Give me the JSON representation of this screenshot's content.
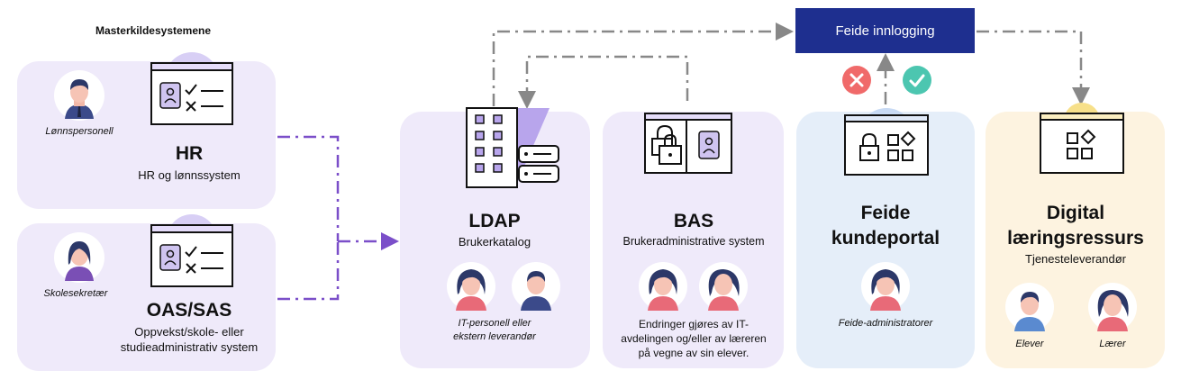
{
  "header": {
    "masters_title": "Masterkildesystemene"
  },
  "cards": {
    "hr": {
      "title": "HR",
      "subtitle": "HR og lønnssystem",
      "person": "Lønnspersonell"
    },
    "oas": {
      "title": "OAS/SAS",
      "subtitle_1": "Oppvekst/skole- eller",
      "subtitle_2": "studieadministrativ system",
      "person": "Skolesekretær"
    },
    "ldap": {
      "title": "LDAP",
      "subtitle": "Brukerkatalog",
      "note_1": "IT-personell eller",
      "note_2": "ekstern leverandør"
    },
    "bas": {
      "title": "BAS",
      "subtitle": "Brukeradministrative system",
      "note_1": "Endringer gjøres av IT-",
      "note_2": "avdelingen og/eller av læreren",
      "note_3": "på vegne av sin elever."
    },
    "feide": {
      "title_1": "Feide",
      "title_2": "kundeportal",
      "note": "Feide-administratorer"
    },
    "digital": {
      "title_1": "Digital",
      "title_2": "læringsressurs",
      "subtitle": "Tjenesteleverandør",
      "person_1": "Elever",
      "person_2": "Lærer"
    }
  },
  "feide_login": {
    "label": "Feide innlogging"
  },
  "colors": {
    "lavender": "#efeafa",
    "light_blue": "#e5eef9",
    "light_yellow": "#fdf3e0",
    "navy": "#1e2f8f",
    "purple_line": "#7b4fc9",
    "gray_line": "#888888",
    "reject_red": "#f06a6a",
    "accept_teal": "#4cc6b0"
  },
  "icons": [
    "person-icon",
    "checklist-icon",
    "building-icon",
    "server-icon",
    "lock-icon",
    "apps-icon",
    "reject-icon",
    "accept-icon",
    "window-icon"
  ]
}
